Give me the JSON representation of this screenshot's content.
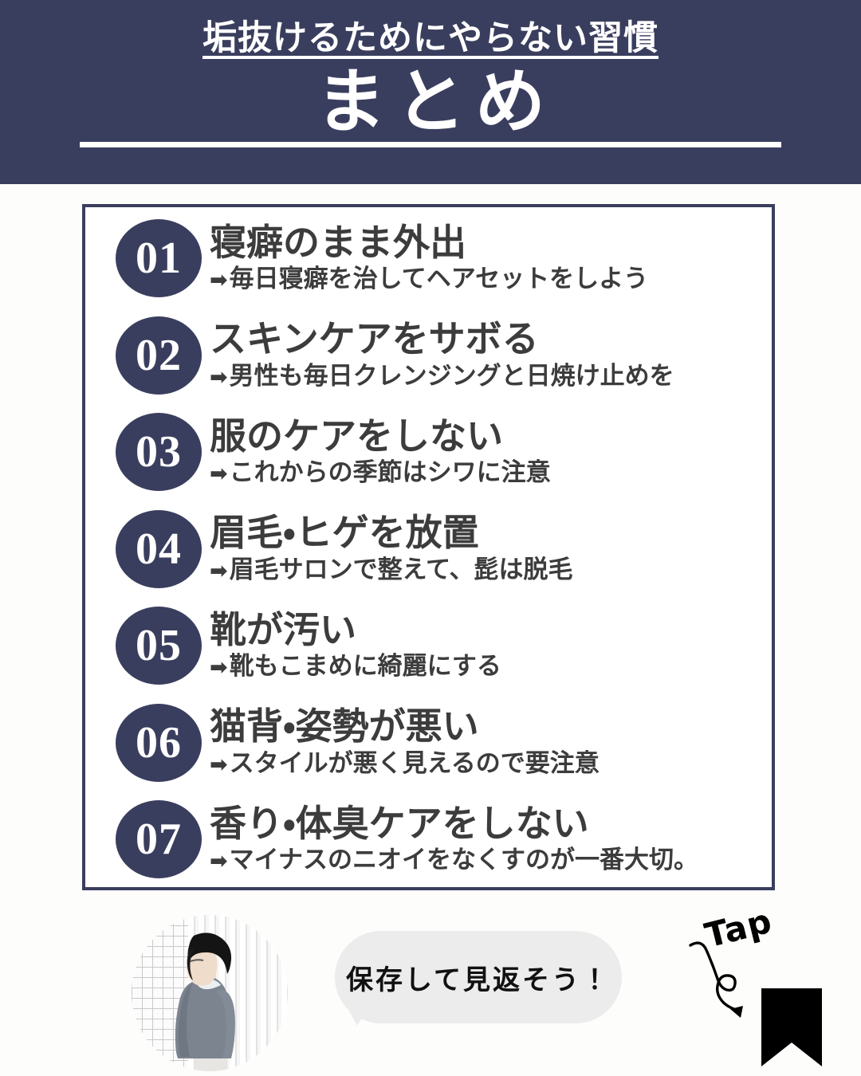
{
  "header": {
    "subtitle": "垢抜けるためにやらない習慣",
    "title": "まとめ",
    "background_color": "#3a3e5e",
    "text_color": "#ffffff"
  },
  "content": {
    "border_color": "#3a3e5e",
    "items": [
      {
        "number": "01",
        "title": "寝癖のまま外出",
        "arrow": "➡",
        "desc": "毎日寝癖を治してヘアセットをしよう"
      },
      {
        "number": "02",
        "title": "スキンケアをサボる",
        "arrow": "➡",
        "desc": "男性も毎日クレンジングと日焼け止めを"
      },
      {
        "number": "03",
        "title": "服のケアをしない",
        "arrow": "➡",
        "desc": "これからの季節はシワに注意"
      },
      {
        "number": "04",
        "title": "眉毛・ヒゲを放置",
        "arrow": "➡",
        "desc": "眉毛サロンで整えて、髭は脱毛"
      },
      {
        "number": "05",
        "title": "靴が汚い",
        "arrow": "➡",
        "desc": "靴もこまめに綺麗にする"
      },
      {
        "number": "06",
        "title": "猫背・姿勢が悪い",
        "arrow": "➡",
        "desc": "スタイルが悪く見えるので要注意"
      },
      {
        "number": "07",
        "title": "香り・体臭ケアをしない",
        "arrow": "➡",
        "desc": "マイナスのニオイをなくすのが一番大切。"
      }
    ]
  },
  "footer": {
    "avatar_alt": "横向きに立つ男性の写真",
    "bubble_text": "保存して見返そう！",
    "tap_label": "Tap",
    "bookmark_color": "#000000"
  }
}
